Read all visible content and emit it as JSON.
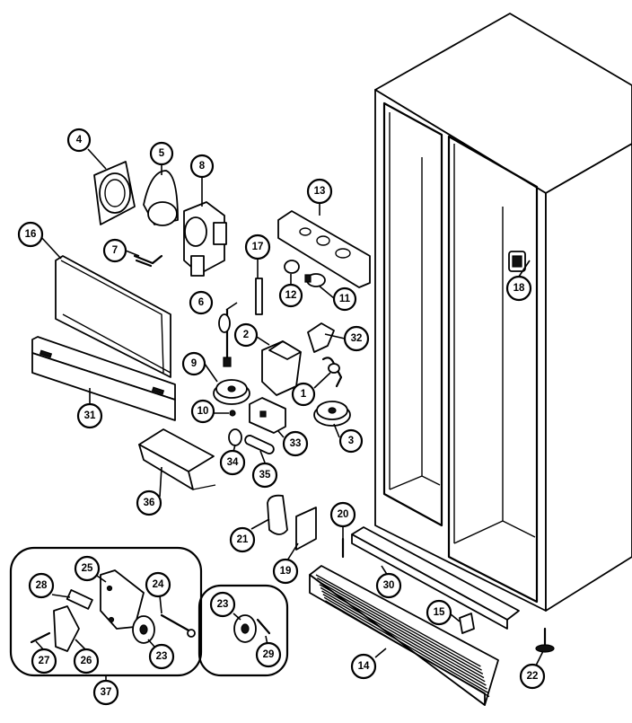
{
  "callouts": {
    "c4": "4",
    "c5": "5",
    "c8": "8",
    "c16": "16",
    "c7": "7",
    "c13": "13",
    "c17": "17",
    "c12": "12",
    "c11": "11",
    "c6": "6",
    "c2": "2",
    "c32": "32",
    "c9": "9",
    "c1": "1",
    "c31": "31",
    "c10": "10",
    "c3": "3",
    "c33": "33",
    "c34": "34",
    "c35": "35",
    "c36": "36",
    "c21": "21",
    "c19": "19",
    "c20": "20",
    "c30": "30",
    "c15": "15",
    "c14": "14",
    "c22": "22",
    "c18": "18",
    "c28": "28",
    "c25": "25",
    "c24": "24",
    "c27": "27",
    "c26": "26",
    "c23a": "23",
    "c37": "37",
    "c23b": "23",
    "c29": "29"
  }
}
